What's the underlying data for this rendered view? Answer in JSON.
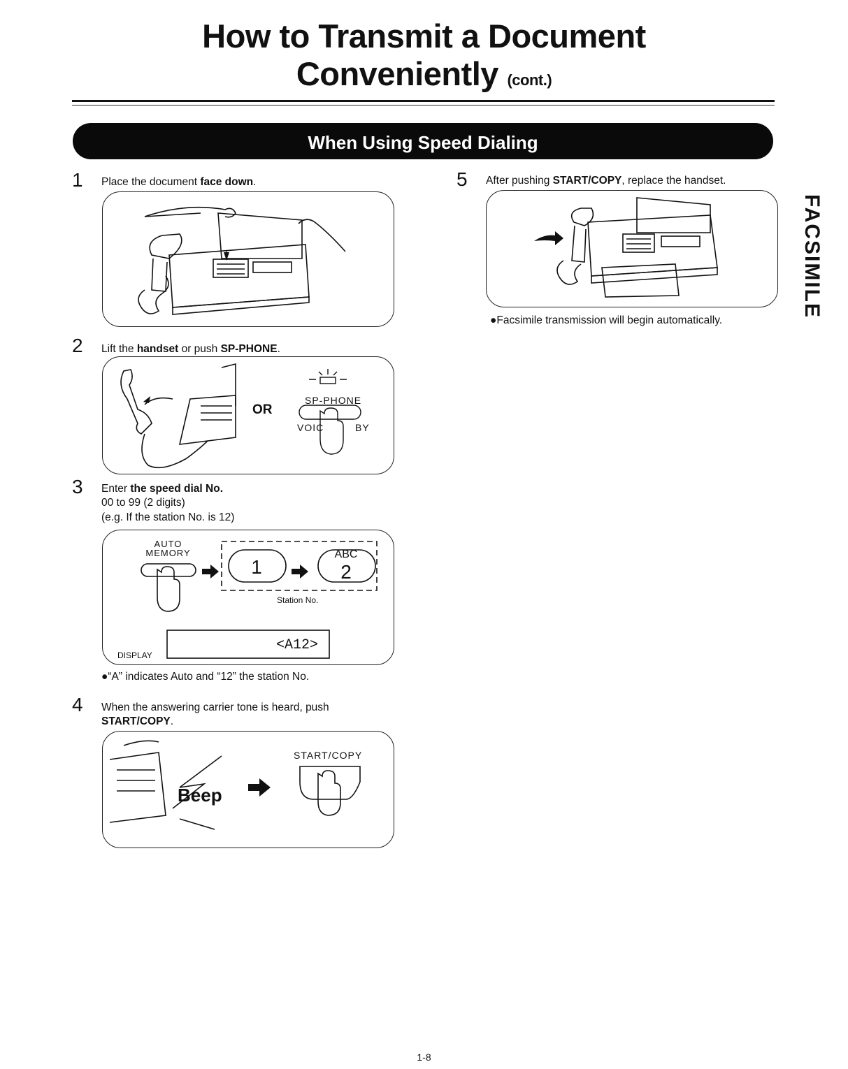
{
  "header": {
    "title_line1": "How to Transmit a Document",
    "title_line2": "Conveniently",
    "title_cont": "(cont.)"
  },
  "banner": {
    "label": "When Using Speed Dialing"
  },
  "side_tab": {
    "label": "FACSIMILE"
  },
  "steps": [
    {
      "number": "1",
      "text_plain": "Place the document ",
      "text_bold": "face down",
      "text_tail": "."
    },
    {
      "number": "2",
      "text_plain1": "Lift the ",
      "text_bold1": "handset",
      "text_plain2": " or push ",
      "text_bold2": "SP-PHONE",
      "text_tail": "."
    },
    {
      "number": "3",
      "text_plain": "Enter ",
      "text_bold": "the speed dial No.",
      "line2": "00 to 99 (2 digits)",
      "line3": "(e.g. If the station No. is 12)"
    },
    {
      "number": "4",
      "line1": "When the answering carrier tone is heard, push",
      "line2_bold": "START/COPY",
      "line2_tail": "."
    },
    {
      "number": "5",
      "text_plain": "After pushing ",
      "text_bold": "START/COPY",
      "text_tail": ", replace the handset."
    }
  ],
  "figure2": {
    "or_label": "OR",
    "button_label": "SP-PHONE",
    "below_label_left": "VOIC",
    "below_label_right": "BY"
  },
  "figure3": {
    "auto_memory": "AUTO\nMEMORY",
    "key1": "1",
    "key2": "2",
    "key2_letters": "ABC",
    "station_label": "Station No.",
    "display_label": "DISPLAY",
    "display_value": "<A12>"
  },
  "note3": "●“A” indicates Auto and “12” the station No.",
  "figure4": {
    "beep": "Beep",
    "button_label": "START/COPY"
  },
  "note5": "●Facsimile transmission will begin automatically.",
  "footer": {
    "page": "1-8"
  }
}
